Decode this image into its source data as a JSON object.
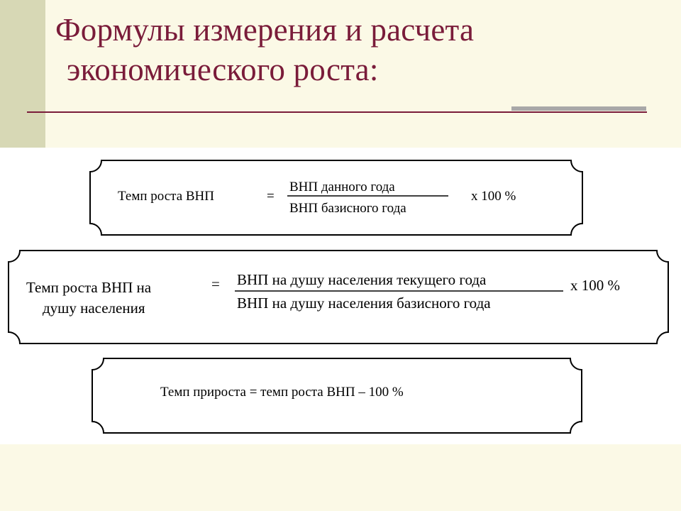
{
  "slide": {
    "title_line1": "Формулы измерения и расчета",
    "title_line2": "экономического роста:"
  },
  "formula1": {
    "left": "Темп роста ВНП",
    "equals": "=",
    "numerator": "ВНП данного года",
    "denominator": "ВНП базисного года",
    "multiplier": "х 100 %"
  },
  "formula2": {
    "left_line1": "Темп роста ВНП на",
    "left_line2": "душу населения",
    "equals": "=",
    "numerator": "ВНП на душу населения текущего года",
    "denominator": "ВНП на душу населения базисного года",
    "multiplier": "х 100 %"
  },
  "formula3": {
    "text": "Темп прироста = темп роста ВНП – 100 %"
  }
}
